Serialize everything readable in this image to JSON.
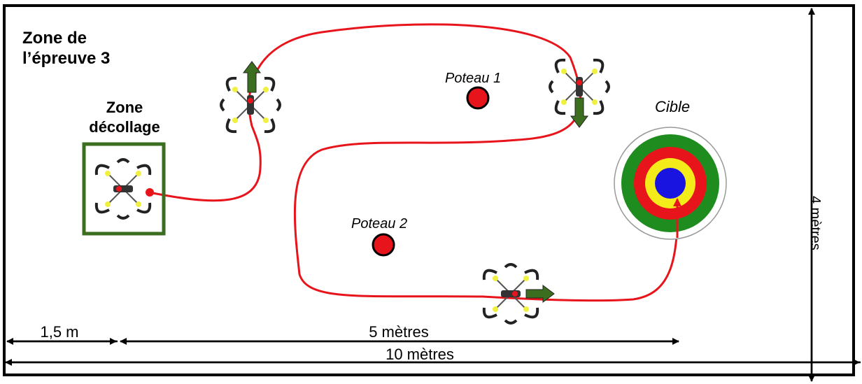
{
  "title": "Zone de l’épreuve 3",
  "takeoff_zone_label": "Zone décollage",
  "poles": [
    {
      "label": "Poteau 1"
    },
    {
      "label": "Poteau 2"
    }
  ],
  "target_label": "Cible",
  "dimensions": {
    "d1": "1,5 m",
    "d2": "5 mètres",
    "d3": "10 mètres",
    "height": "4 mètres"
  },
  "colors": {
    "path": "#e8141b",
    "pole": "#e8141b",
    "arrow": "#3b6e1f",
    "takeoff_border": "#3b6e1f",
    "target_rings": [
      "#ffffff",
      "#1f8c1f",
      "#e8141b",
      "#f4ec1a",
      "#1a14e0"
    ]
  }
}
